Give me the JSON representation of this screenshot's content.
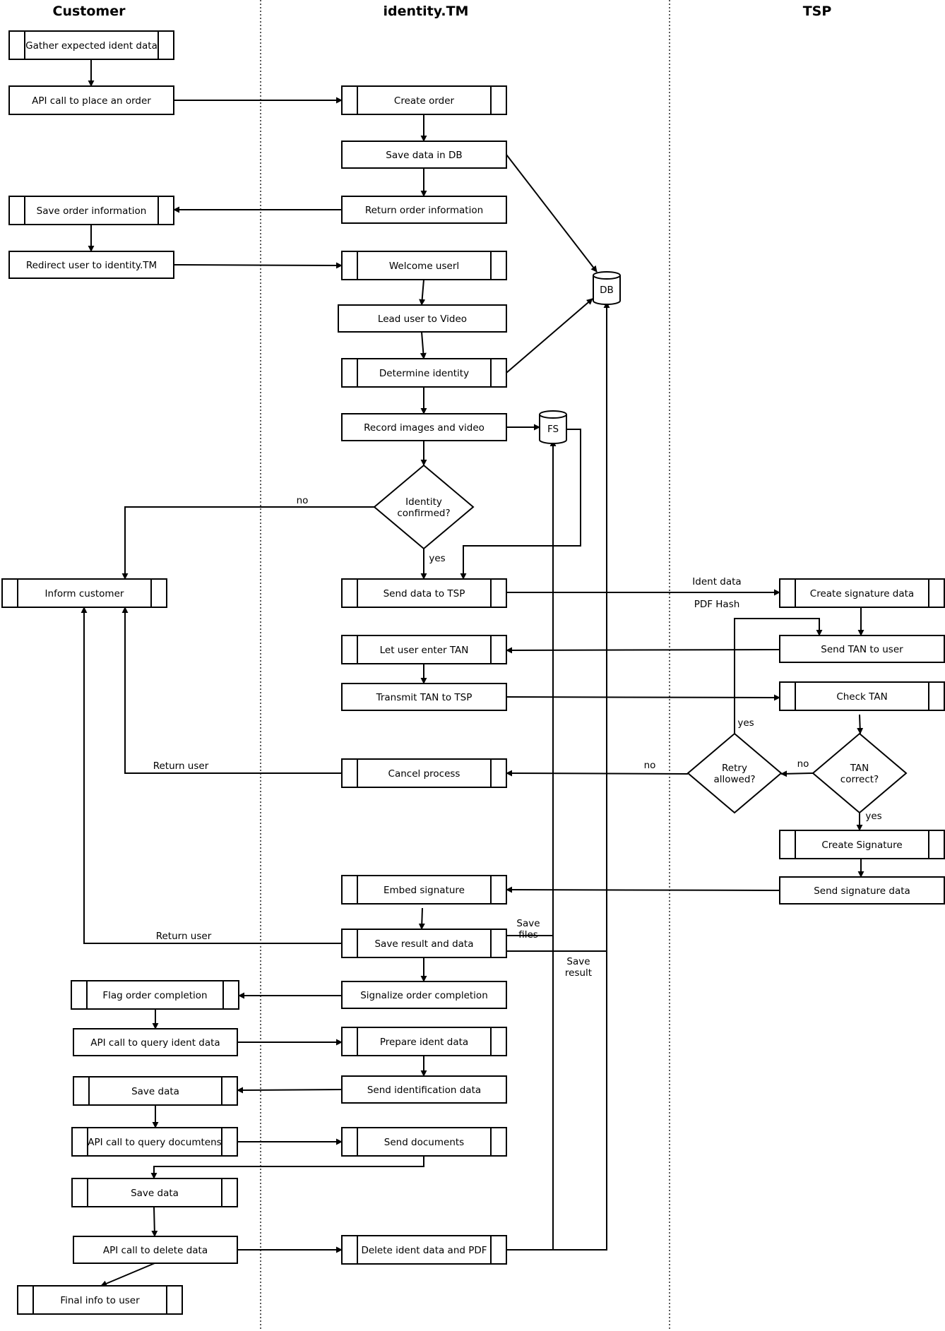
{
  "lanes": [
    {
      "id": "customer",
      "title": "Customer"
    },
    {
      "id": "identity",
      "title": "identity.TM"
    },
    {
      "id": "tsp",
      "title": "TSP"
    }
  ],
  "nodes": [
    {
      "id": "gather",
      "label": "Gather expected ident data",
      "kind": "subprocess"
    },
    {
      "id": "apiplace",
      "label": "API call to place an order",
      "kind": "process"
    },
    {
      "id": "createorder",
      "label": "Create order",
      "kind": "subprocess"
    },
    {
      "id": "savedb",
      "label": "Save data in DB",
      "kind": "process"
    },
    {
      "id": "returnorder",
      "label": "Return order information",
      "kind": "process"
    },
    {
      "id": "saveorder",
      "label": "Save order information",
      "kind": "subprocess"
    },
    {
      "id": "redirect",
      "label": "Redirect user to identity.TM",
      "kind": "process"
    },
    {
      "id": "welcome",
      "label": "Welcome userl",
      "kind": "subprocess"
    },
    {
      "id": "lead",
      "label": "Lead user to Video",
      "kind": "process"
    },
    {
      "id": "determine",
      "label": "Determine identity",
      "kind": "subprocess"
    },
    {
      "id": "record",
      "label": "Record images and video",
      "kind": "process"
    },
    {
      "id": "db",
      "label": "DB",
      "kind": "store"
    },
    {
      "id": "fs",
      "label": "FS",
      "kind": "store"
    },
    {
      "id": "identconf",
      "label": "Identity\nconfirmed?",
      "kind": "decision"
    },
    {
      "id": "inform",
      "label": "Inform customer",
      "kind": "subprocess"
    },
    {
      "id": "sendtsp",
      "label": "Send data to TSP",
      "kind": "subprocess"
    },
    {
      "id": "createsig",
      "label": "Create signature data",
      "kind": "subprocess"
    },
    {
      "id": "sendtan",
      "label": "Send TAN to user",
      "kind": "process"
    },
    {
      "id": "letuser",
      "label": "Let user enter TAN",
      "kind": "subprocess"
    },
    {
      "id": "transmit",
      "label": "Transmit TAN to TSP",
      "kind": "process"
    },
    {
      "id": "checktan",
      "label": "Check TAN",
      "kind": "subprocess"
    },
    {
      "id": "tancorrect",
      "label": "TAN\ncorrect?",
      "kind": "decision"
    },
    {
      "id": "retry",
      "label": "Retry\nallowed?",
      "kind": "decision"
    },
    {
      "id": "cancel",
      "label": "Cancel process",
      "kind": "subprocess"
    },
    {
      "id": "createsignature",
      "label": "Create Signature",
      "kind": "subprocess"
    },
    {
      "id": "sendsig",
      "label": "Send signature data",
      "kind": "process"
    },
    {
      "id": "embed",
      "label": "Embed signature",
      "kind": "subprocess"
    },
    {
      "id": "saveresult",
      "label": "Save result and data",
      "kind": "subprocess"
    },
    {
      "id": "signalize",
      "label": "Signalize order completion",
      "kind": "process"
    },
    {
      "id": "flag",
      "label": "Flag order completion",
      "kind": "subprocess"
    },
    {
      "id": "apiquery",
      "label": "API call to query ident data",
      "kind": "process"
    },
    {
      "id": "prepare",
      "label": "Prepare ident data",
      "kind": "subprocess"
    },
    {
      "id": "sendident",
      "label": "Send identification data",
      "kind": "process"
    },
    {
      "id": "savedata1",
      "label": "Save data",
      "kind": "subprocess"
    },
    {
      "id": "apidocs",
      "label": "API call to query documtens",
      "kind": "subprocess"
    },
    {
      "id": "senddocs",
      "label": "Send documents",
      "kind": "subprocess"
    },
    {
      "id": "savedata2",
      "label": "Save data",
      "kind": "subprocess"
    },
    {
      "id": "apidelete",
      "label": "API call to delete data",
      "kind": "process"
    },
    {
      "id": "deleteident",
      "label": "Delete ident data and PDF",
      "kind": "subprocess"
    },
    {
      "id": "finalinfo",
      "label": "Final info to user",
      "kind": "subprocess"
    }
  ],
  "edges": [
    {
      "id": "e1",
      "from": "gather",
      "to": "apiplace",
      "label": ""
    },
    {
      "id": "e2",
      "from": "apiplace",
      "to": "createorder",
      "label": ""
    },
    {
      "id": "e3",
      "from": "createorder",
      "to": "savedb",
      "label": ""
    },
    {
      "id": "e4",
      "from": "savedb",
      "to": "returnorder",
      "label": ""
    },
    {
      "id": "e5",
      "from": "savedb",
      "to": "db",
      "label": ""
    },
    {
      "id": "e6",
      "from": "returnorder",
      "to": "saveorder",
      "label": ""
    },
    {
      "id": "e7",
      "from": "saveorder",
      "to": "redirect",
      "label": ""
    },
    {
      "id": "e8",
      "from": "redirect",
      "to": "welcome",
      "label": ""
    },
    {
      "id": "e9",
      "from": "welcome",
      "to": "lead",
      "label": ""
    },
    {
      "id": "e10",
      "from": "lead",
      "to": "determine",
      "label": ""
    },
    {
      "id": "e11",
      "from": "determine",
      "to": "db",
      "label": ""
    },
    {
      "id": "e12",
      "from": "determine",
      "to": "record",
      "label": ""
    },
    {
      "id": "e13",
      "from": "record",
      "to": "fs",
      "label": ""
    },
    {
      "id": "e14",
      "from": "record",
      "to": "identconf",
      "label": ""
    },
    {
      "id": "e15",
      "from": "identconf",
      "to": "inform",
      "label": "no"
    },
    {
      "id": "e16",
      "from": "identconf",
      "to": "sendtsp",
      "label": "yes"
    },
    {
      "id": "e17",
      "from": "fs",
      "to": "sendtsp",
      "label": ""
    },
    {
      "id": "e18",
      "from": "sendtsp",
      "to": "createsig",
      "label": "Ident data\nPDF Hash"
    },
    {
      "id": "e19",
      "from": "createsig",
      "to": "sendtan",
      "label": ""
    },
    {
      "id": "e20",
      "from": "sendtan",
      "to": "letuser",
      "label": ""
    },
    {
      "id": "e21",
      "from": "letuser",
      "to": "transmit",
      "label": ""
    },
    {
      "id": "e22",
      "from": "transmit",
      "to": "checktan",
      "label": ""
    },
    {
      "id": "e23",
      "from": "checktan",
      "to": "tancorrect",
      "label": ""
    },
    {
      "id": "e24",
      "from": "tancorrect",
      "to": "retry",
      "label": "no"
    },
    {
      "id": "e25",
      "from": "tancorrect",
      "to": "createsignature",
      "label": "yes"
    },
    {
      "id": "e26",
      "from": "retry",
      "to": "sendtan",
      "label": "yes"
    },
    {
      "id": "e27",
      "from": "retry",
      "to": "cancel",
      "label": "no"
    },
    {
      "id": "e28",
      "from": "cancel",
      "to": "inform",
      "label": "Return user"
    },
    {
      "id": "e29",
      "from": "createsignature",
      "to": "sendsig",
      "label": ""
    },
    {
      "id": "e30",
      "from": "sendsig",
      "to": "embed",
      "label": ""
    },
    {
      "id": "e31",
      "from": "embed",
      "to": "saveresult",
      "label": ""
    },
    {
      "id": "e32",
      "from": "saveresult",
      "to": "inform",
      "label": "Return user"
    },
    {
      "id": "e33",
      "from": "saveresult",
      "to": "fs",
      "label": "Save\nfiles"
    },
    {
      "id": "e34",
      "from": "saveresult",
      "to": "db",
      "label": "Save\nresult"
    },
    {
      "id": "e35",
      "from": "saveresult",
      "to": "signalize",
      "label": ""
    },
    {
      "id": "e36",
      "from": "signalize",
      "to": "flag",
      "label": ""
    },
    {
      "id": "e37",
      "from": "flag",
      "to": "apiquery",
      "label": ""
    },
    {
      "id": "e38",
      "from": "apiquery",
      "to": "prepare",
      "label": ""
    },
    {
      "id": "e39",
      "from": "prepare",
      "to": "sendident",
      "label": ""
    },
    {
      "id": "e40",
      "from": "sendident",
      "to": "savedata1",
      "label": ""
    },
    {
      "id": "e41",
      "from": "savedata1",
      "to": "apidocs",
      "label": ""
    },
    {
      "id": "e42",
      "from": "apidocs",
      "to": "senddocs",
      "label": ""
    },
    {
      "id": "e43",
      "from": "senddocs",
      "to": "savedata2",
      "label": ""
    },
    {
      "id": "e44",
      "from": "savedata2",
      "to": "apidelete",
      "label": ""
    },
    {
      "id": "e45",
      "from": "apidelete",
      "to": "deleteident",
      "label": ""
    },
    {
      "id": "e46",
      "from": "deleteident",
      "to": "fs",
      "label": ""
    },
    {
      "id": "e47",
      "from": "deleteident",
      "to": "db",
      "label": ""
    },
    {
      "id": "e48",
      "from": "apidelete",
      "to": "finalinfo",
      "label": ""
    }
  ],
  "colors": {
    "stroke": "#000000",
    "fill": "#ffffff",
    "background": "#ffffff"
  }
}
